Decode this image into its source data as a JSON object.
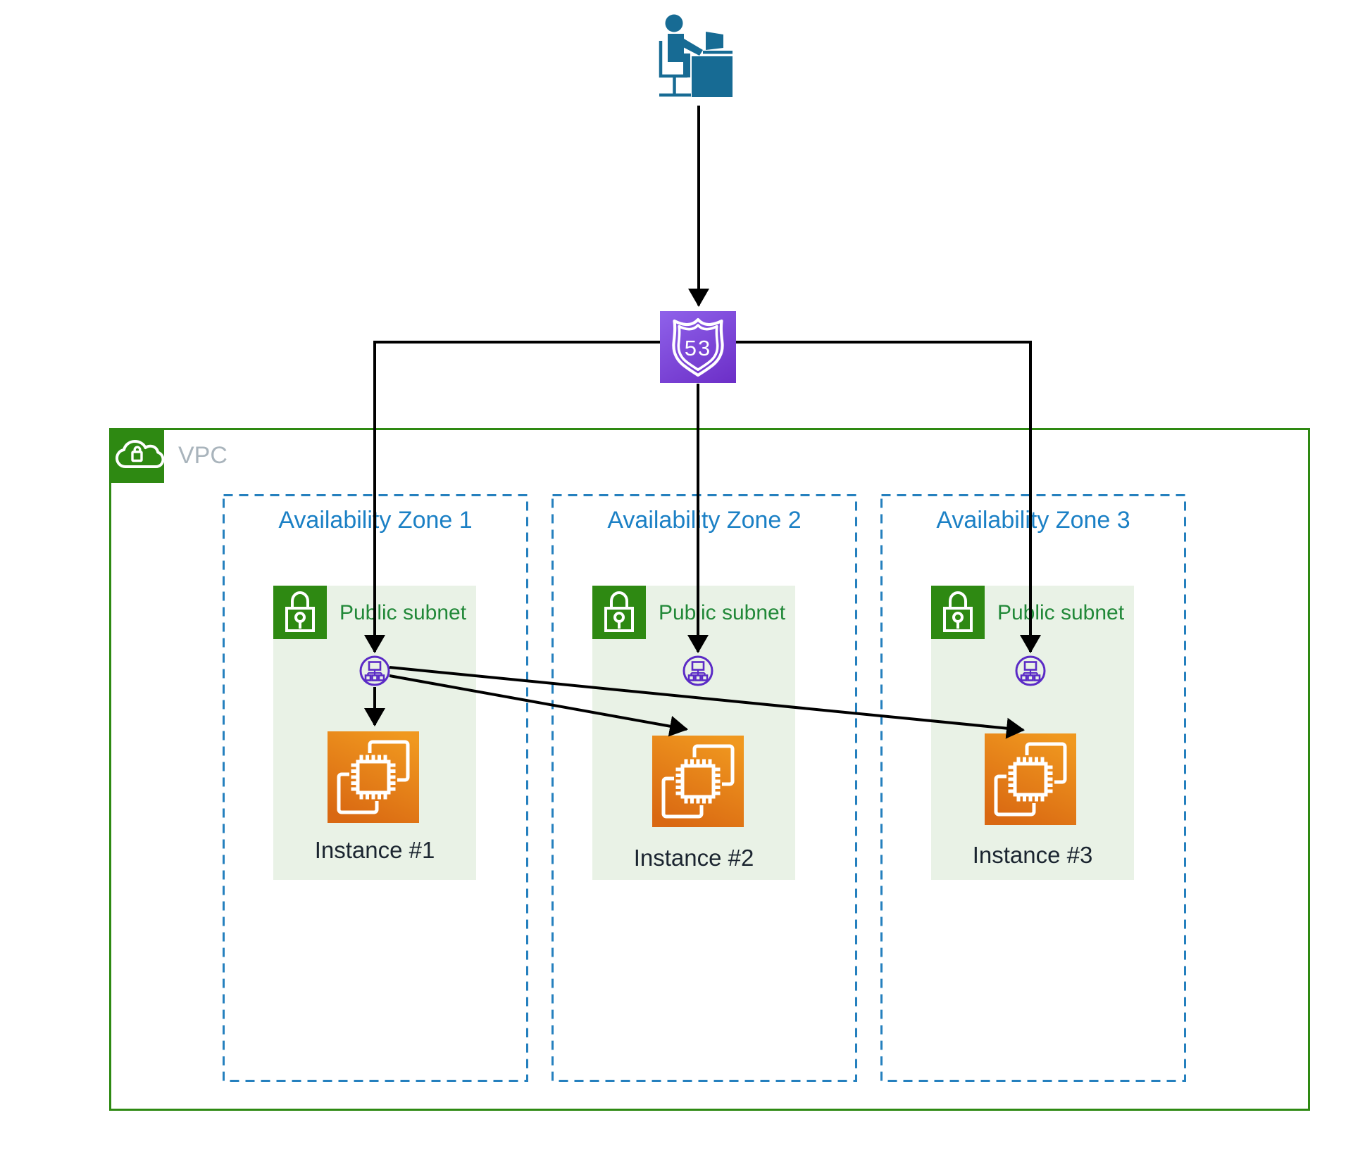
{
  "route53": {
    "shield_number": "53"
  },
  "vpc": {
    "label": "VPC"
  },
  "zones": [
    {
      "label": "Availability Zone 1",
      "subnet_label": "Public subnet",
      "instance_label": "Instance #1"
    },
    {
      "label": "Availability Zone 2",
      "subnet_label": "Public subnet",
      "instance_label": "Instance #2"
    },
    {
      "label": "Availability Zone 3",
      "subnet_label": "Public subnet",
      "instance_label": "Instance #3"
    }
  ],
  "icons": {
    "user": "person-at-computer-icon",
    "route53": "route-53-shield-icon",
    "vpc": "cloud-lock-icon",
    "subnet": "padlock-icon",
    "network": "subnet-network-icon",
    "instance": "ec2-chip-icon"
  },
  "colors": {
    "green": "#2E8912",
    "subnet_bg": "#E9F2E6",
    "subnet_label": "#218838",
    "az_border": "#2580BE",
    "az_label": "#1B80C5",
    "vpc_label": "#A9B4BC",
    "r53_a": "#8F62EA",
    "r53_b": "#6C2EC7",
    "ec2_a": "#F0981F",
    "ec2_b": "#D96812",
    "net_purple": "#5B2BC6",
    "user_blue": "#176B94",
    "text_dark": "#1B2530",
    "arrow": "#000000"
  }
}
